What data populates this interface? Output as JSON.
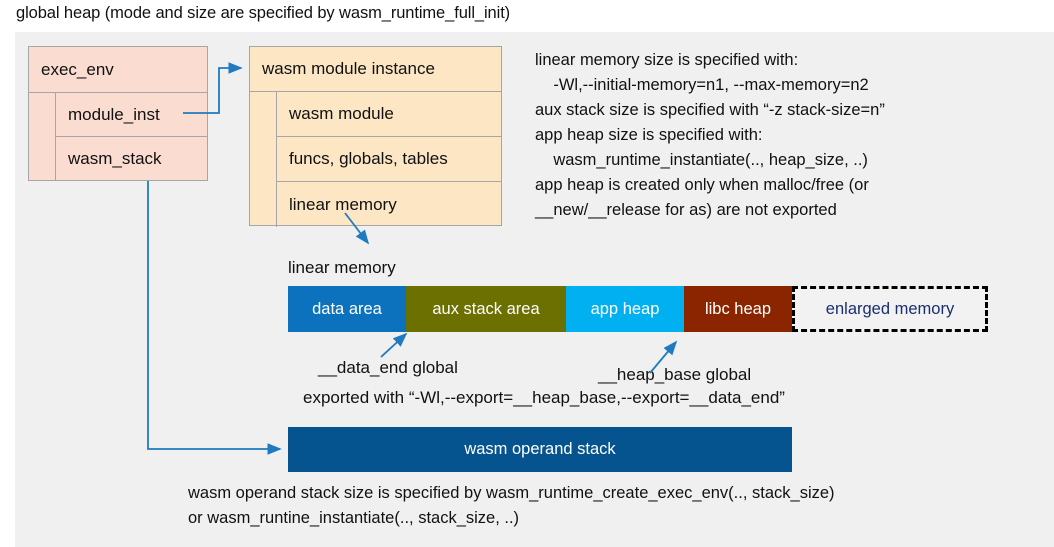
{
  "title": "global heap (mode and size are specified by wasm_runtime_full_init)",
  "exec_env": {
    "header": "exec_env",
    "fields": [
      "module_inst",
      "wasm_stack"
    ]
  },
  "module_instance": {
    "header": "wasm module instance",
    "fields": [
      "wasm module",
      "funcs, globals, tables",
      "linear memory"
    ]
  },
  "notes": {
    "main": "linear memory size is specified with:\n    -Wl,--initial-memory=n1, --max-memory=n2\naux stack size is specified with “-z stack-size=n”\napp heap size is specified with:\n    wasm_runtime_instantiate(.., heap_size, ..)\napp heap is created only when malloc/free (or\n__new/__release for as) are not exported",
    "bottom": "wasm operand stack size is specified by wasm_runtime_create_exec_env(.., stack_size)\nor wasm_runtine_instantiate(.., stack_size, ..)"
  },
  "linear_memory": {
    "label": "linear memory",
    "segments": [
      {
        "label": "data area",
        "color": "#0c72bd",
        "width": 118
      },
      {
        "label": "aux stack area",
        "color": "#6b7000",
        "width": 160
      },
      {
        "label": "app heap",
        "color": "#00b0f0",
        "width": 118
      },
      {
        "label": "libc heap",
        "color": "#8b2500",
        "width": 108
      },
      {
        "label": "enlarged memory",
        "color": "#f2f2f2",
        "width": 196,
        "dashed": true
      }
    ]
  },
  "annotations": {
    "data_end": "__data_end global",
    "heap_base": "__heap_base global",
    "exported_with": "exported with “-Wl,--export=__heap_base,--export=__data_end”"
  },
  "operand_stack": {
    "label": "wasm operand stack",
    "color": "#05548f"
  },
  "colors": {
    "panel_bg": "#f0f0f0",
    "exec_env_fill": "#fadcd0",
    "module_fill": "#fce6c4",
    "box_border": "#a6a6a6",
    "connector": "#1f7ac0"
  }
}
